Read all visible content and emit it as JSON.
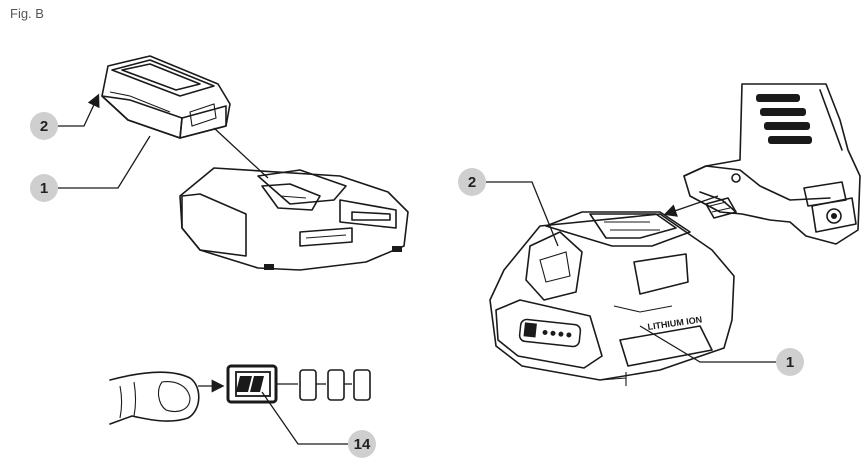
{
  "figure": {
    "label": "Fig. B"
  },
  "callouts": {
    "left_2": "2",
    "left_1": "1",
    "right_2": "2",
    "right_1": "1",
    "indicator_14": "14"
  },
  "icons": {
    "battery_pack_left": "battery-pack-icon",
    "charger": "charger-icon",
    "battery_pack_right": "battery-pack-icon",
    "drill_tool": "drill-icon",
    "finger": "finger-icon",
    "battery_level_indicator": "battery-level-icon"
  },
  "colors": {
    "line": "#1a1a1a",
    "callout_circle": "#cfcfcf",
    "text": "#222222"
  }
}
